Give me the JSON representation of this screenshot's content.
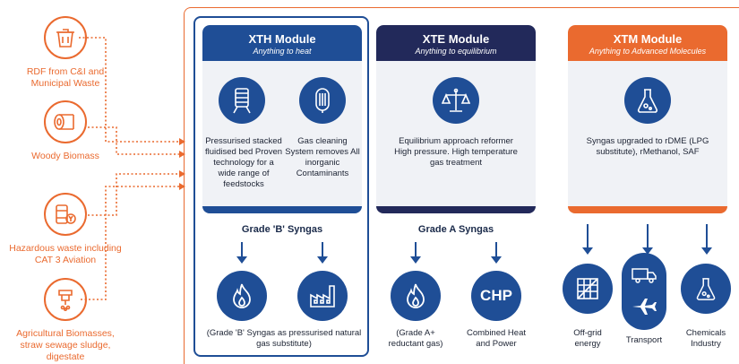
{
  "colors": {
    "orange": "#ea6a2f",
    "blue": "#1f4e96",
    "navy": "#22295a",
    "lightbg": "#f0f2f6"
  },
  "feedstocks": [
    {
      "icon": "waste-bin-icon",
      "label": "RDF from C&I and Municipal Waste"
    },
    {
      "icon": "log-icon",
      "label": "Woody Biomass"
    },
    {
      "icon": "hazard-barrel-icon",
      "label": "Hazardous waste including CAT 3 Aviation"
    },
    {
      "icon": "sludge-pipe-icon",
      "label": "Agricultural Biomasses, straw sewage sludge, digestate"
    }
  ],
  "xth": {
    "title": "XTH Module",
    "subtitle": "Anything to heat",
    "left_text": "Pressurised stacked fluidised bed Proven technology for a wide range of feedstocks",
    "right_text": "Gas cleaning System removes All inorganic Contaminants",
    "grade": "Grade 'B' Syngas",
    "output_text": "(Grade 'B' Syngas as pressurised natural gas substitute)"
  },
  "xte": {
    "title": "XTE Module",
    "subtitle": "Anything to equilibrium",
    "text": "Equilibrium approach reformer High pressure. High temperature gas treatment",
    "grade": "Grade A Syngas",
    "out1_text": "(Grade A+ reductant gas)",
    "chp": "CHP",
    "out2_text": "Combined Heat and Power"
  },
  "xtm": {
    "title": "XTM Module",
    "subtitle": "Anything to Advanced Molecules",
    "text": "Syngas upgraded to rDME (LPG substitute), rMethanol, SAF",
    "outputs": [
      "Off-grid energy",
      "Transport",
      "Chemicals Industry"
    ]
  }
}
